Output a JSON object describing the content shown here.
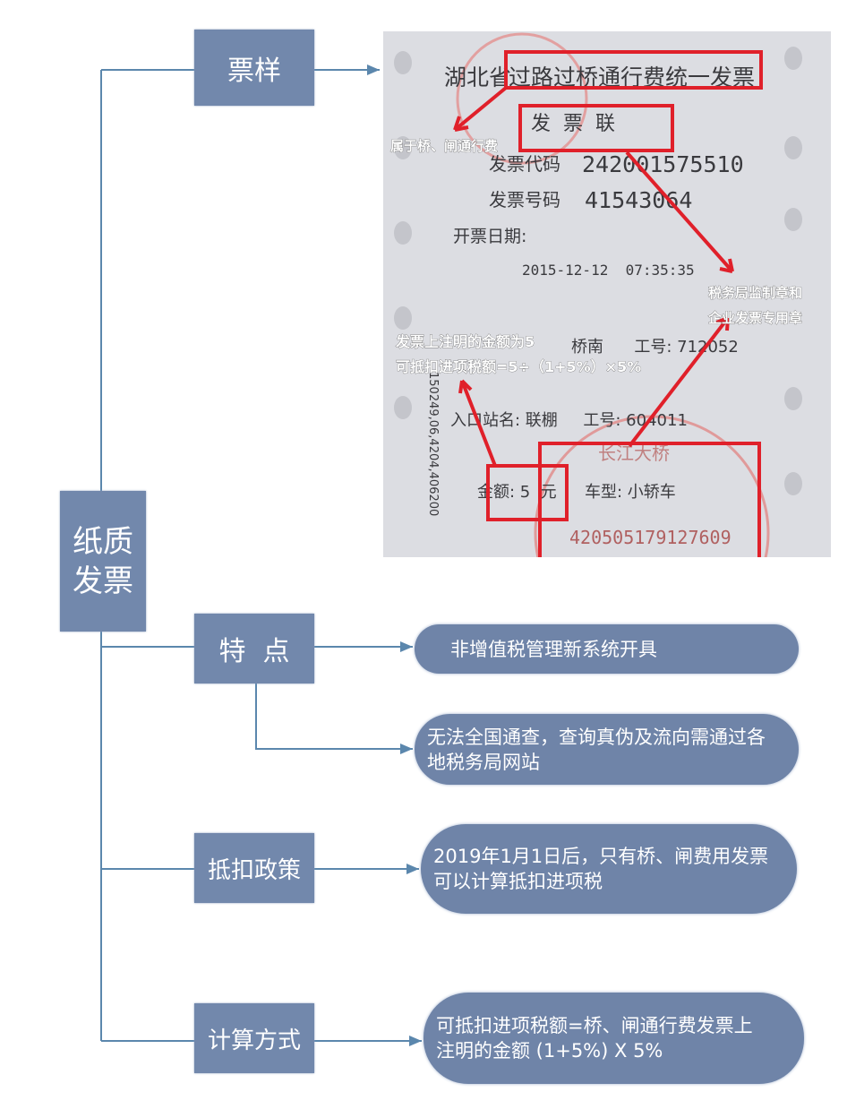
{
  "root": {
    "label_line1": "纸质",
    "label_line2": "发票"
  },
  "branches": {
    "sample": {
      "label": "票样"
    },
    "features": {
      "label": "特  点",
      "items": [
        "非增值税管理新系统开具",
        "无法全国通查，查询真伪及流向需通过各地税务局网站"
      ]
    },
    "policy": {
      "label": "抵扣政策",
      "item": "2019年1月1日后，只有桥、闸费用发票可以计算抵扣进项税"
    },
    "calc": {
      "label": "计算方式",
      "item_line1": "可抵扣进项税额=桥、闸通行费发票上",
      "item_line2": "注明的金额 (1+5%) X 5%"
    }
  },
  "invoice": {
    "title_prefix": "湖北省",
    "title": "过路过桥通行费统一发票",
    "copy": "发  票  联",
    "code_label": "发票代码",
    "code": "242001575510",
    "number_label": "发票号码",
    "number": "41543064",
    "date_label": "开票日期:",
    "date": "2015-12-12  07:35:35",
    "station_row": "桥南      工号: 712052",
    "entry_row": "入口站名: 联棚     工号: 604011",
    "amount_row": "金额: 5  元",
    "vehicle_row": "车型: 小轿车",
    "stamp_number": "420505179127609",
    "stamp_text": "长江大桥",
    "side_text": "150249,06,4204,406200",
    "annotations": {
      "type": "属于桥、闸通行费",
      "stamp_line1": "税务局监制章和",
      "stamp_line2": "企业发票专用章",
      "amount_line1": "发票上注明的金额为5",
      "amount_line2": "可抵扣进项税额=5÷（1+5%）×5%"
    }
  },
  "colors": {
    "box": "#7288ac",
    "line": "#5b87ad",
    "highlight": "#e0202a"
  }
}
